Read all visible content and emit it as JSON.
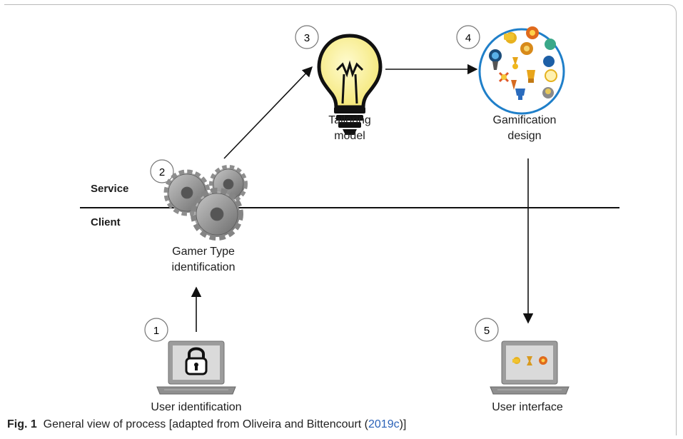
{
  "layers": {
    "service": "Service",
    "client": "Client"
  },
  "steps": [
    {
      "number": "1",
      "label": "User identification"
    },
    {
      "number": "2",
      "label_line1": "Gamer Type",
      "label_line2": "identification"
    },
    {
      "number": "3",
      "label_line1": "Tailoring",
      "label_line2": "model"
    },
    {
      "number": "4",
      "label_line1": "Gamification",
      "label_line2": "design"
    },
    {
      "number": "5",
      "label": "User interface"
    }
  ],
  "caption": {
    "fig": "Fig. 1",
    "text": "General view of process [adapted from Oliveira and Bittencourt (",
    "ref": "2019c",
    "end": ")]"
  },
  "colors": {
    "gear": "#9a9a9a",
    "bulb": "#fff6a8",
    "badge_circle_border": "#1f7fc9",
    "laptop_body": "#9c9c9c",
    "laptop_screen": "#d9d9d9",
    "ref_link": "#2b62b8"
  }
}
